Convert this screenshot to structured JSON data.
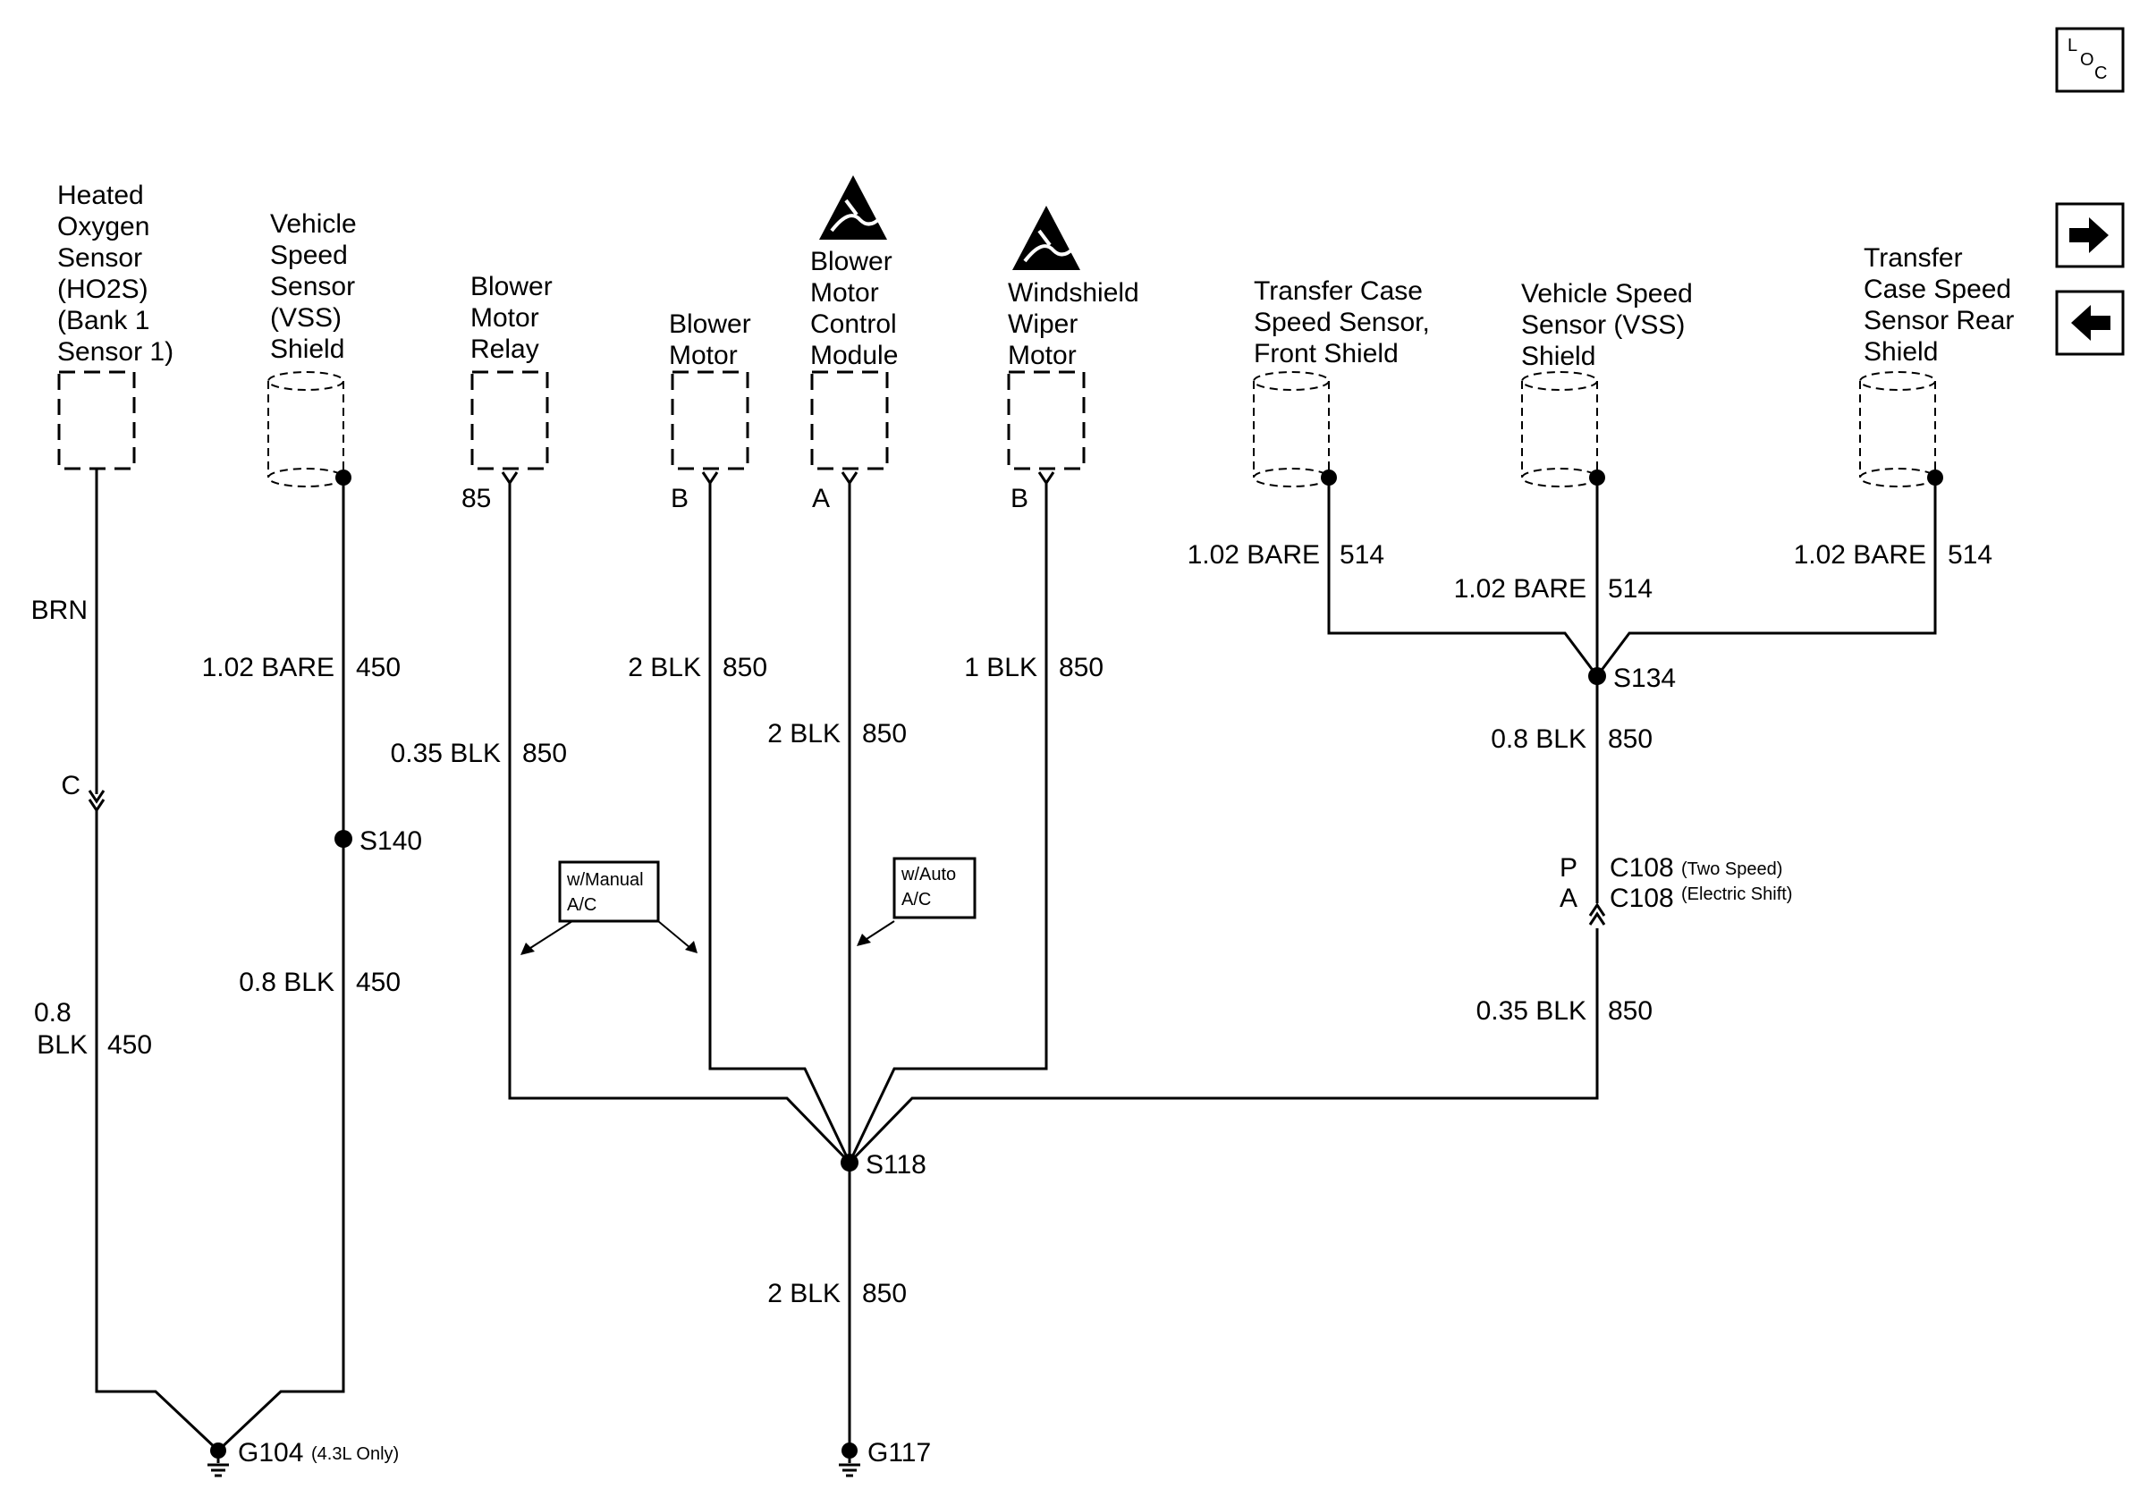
{
  "components": {
    "ho2s": [
      "Heated",
      "Oxygen",
      "Sensor",
      "(HO2S)",
      "(Bank 1",
      "Sensor 1)"
    ],
    "vss_shield_left": [
      "Vehicle",
      "Speed",
      "Sensor",
      "(VSS)",
      "Shield"
    ],
    "blower_relay": [
      "Blower",
      "Motor",
      "Relay"
    ],
    "blower_motor": [
      "Blower",
      "Motor"
    ],
    "blower_module": [
      "Blower",
      "Motor",
      "Control",
      "Module"
    ],
    "wiper_motor": [
      "Windshield",
      "Wiper",
      "Motor"
    ],
    "tc_front_shield": [
      "Transfer Case",
      "Speed Sensor,",
      "Front Shield"
    ],
    "vss_shield_right": [
      "Vehicle Speed",
      "Sensor (VSS)",
      "Shield"
    ],
    "tc_rear_shield": [
      "Transfer",
      "Case Speed",
      "Sensor Rear",
      "Shield"
    ]
  },
  "pins": {
    "relay": "85",
    "blower_motor": "B",
    "module": "A",
    "wiper": "B"
  },
  "wires": {
    "ho2s_color": "BRN",
    "ho2s_gauge": "0.8",
    "ho2s_lower_color": "BLK",
    "ho2s_circuit": "450",
    "vss_upper_gauge": "1.02 BARE",
    "vss_upper_circuit": "450",
    "vss_lower_gauge": "0.8 BLK",
    "vss_lower_circuit": "450",
    "relay_gauge": "0.35 BLK",
    "relay_circuit": "850",
    "blower_gauge": "2 BLK",
    "blower_circuit": "850",
    "module_gauge": "2 BLK",
    "module_circuit": "850",
    "wiper_gauge": "1 BLK",
    "wiper_circuit": "850",
    "tcf_gauge": "1.02 BARE",
    "tcf_circuit": "514",
    "vssr_gauge": "1.02 BARE",
    "vssr_circuit": "514",
    "tcr_gauge": "1.02 BARE",
    "tcr_circuit": "514",
    "s134_down_gauge": "0.8 BLK",
    "s134_down_circuit": "850",
    "c108_down_gauge": "0.35 BLK",
    "c108_down_circuit": "850",
    "ground_gauge": "2 BLK",
    "ground_circuit": "850"
  },
  "connectors": {
    "ho2s_pin": "C",
    "c108_pin_p": "P",
    "c108_pin_a": "A",
    "c108_name_1": "C108",
    "c108_note_1": "(Two Speed)",
    "c108_name_2": "C108",
    "c108_note_2": "(Electric Shift)"
  },
  "splices": {
    "s140": "S140",
    "s118": "S118",
    "s134": "S134"
  },
  "grounds": {
    "g104": "G104",
    "g104_note": "(4.3L Only)",
    "g117": "G117"
  },
  "callouts": {
    "manual": [
      "w/Manual",
      "A/C"
    ],
    "auto": [
      "w/Auto",
      "A/C"
    ]
  },
  "nav": {
    "loc_l": "L",
    "loc_o": "O",
    "loc_c": "C",
    "next_icon": "arrow-right-icon",
    "prev_icon": "arrow-left-icon"
  }
}
